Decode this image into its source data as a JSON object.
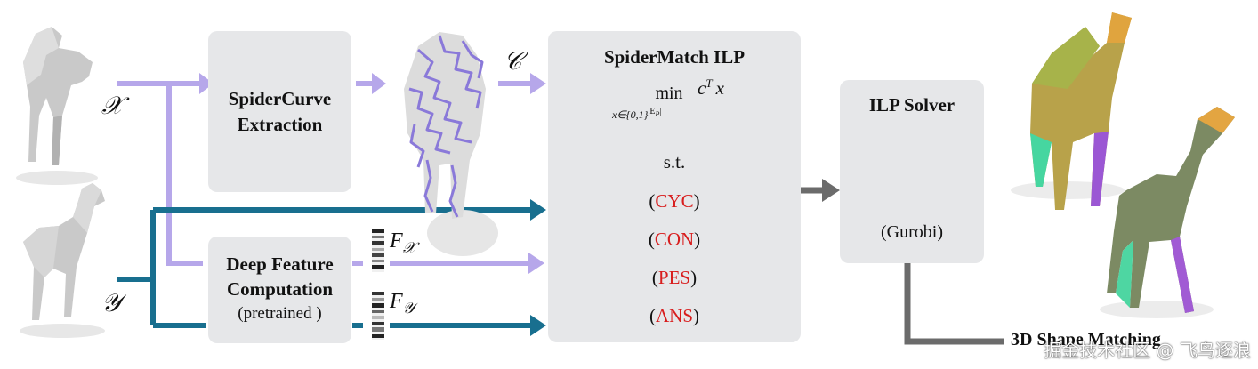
{
  "spidercurve": {
    "line1": "SpiderCurve",
    "line2": "Extraction"
  },
  "deepfeature": {
    "line1": "Deep Feature",
    "line2": "Computation",
    "line3": "(pretrained )"
  },
  "ilp": {
    "title": "SpiderMatch ILP",
    "objective_min": "min",
    "objective_sub": "x∈{0,1}",
    "objective_sub_exp": "|E",
    "objective_sub_exp_sub": "P",
    "objective_sub_exp_end": "|",
    "objective_expr_c": "c",
    "objective_expr_T": "T",
    "objective_expr_x": "x",
    "st": "s.t.",
    "constraints": [
      "CYC",
      "CON",
      "PES",
      "ANS"
    ]
  },
  "solver": {
    "title": "ILP Solver",
    "subtitle": "(Gurobi)"
  },
  "symbols": {
    "X": "𝒳",
    "Y": "𝒴",
    "C": "𝒞",
    "F": "F",
    "FX_sub": "𝒳",
    "FY_sub": "𝒴"
  },
  "output_label": "3D Shape Matching",
  "watermark": "掘金技术社区 @ 飞鸟逐浪",
  "colors": {
    "lavender": "#b6a7ea",
    "teal": "#186f8f",
    "gray_arrow": "#6b6b6b",
    "box": "#e6e7e9",
    "red": "#d81e1e"
  }
}
